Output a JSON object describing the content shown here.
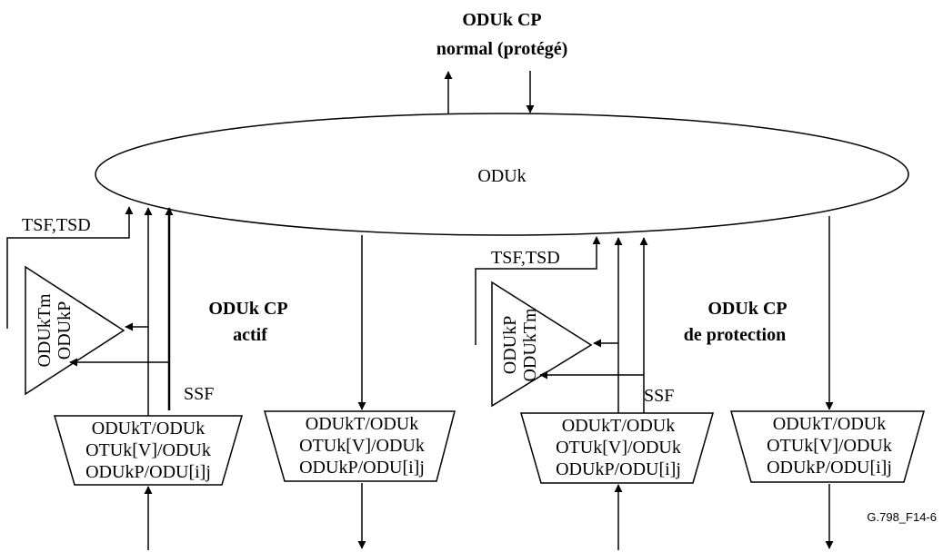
{
  "top_cp": {
    "line1": "ODUk CP",
    "line2": "normal (protégé)"
  },
  "ellipse_label": "ODUk",
  "active_cp": {
    "line1": "ODUk CP",
    "line2": "actif"
  },
  "protection_cp": {
    "line1": "ODUk CP",
    "line2": "de protection"
  },
  "left_triangle": {
    "line1": "ODUkTm",
    "line2": "ODUkP"
  },
  "right_triangle": {
    "line1": "ODUkP",
    "line2": "ODUkTm"
  },
  "tsf_tsd": "TSF,TSD",
  "ssf": "SSF",
  "trapezoid_lines": [
    "ODUkT/ODUk",
    "OTUk[V]/ODUk",
    "ODUkP/ODU[i]j"
  ],
  "figure_ref": "G.798_F14-6"
}
